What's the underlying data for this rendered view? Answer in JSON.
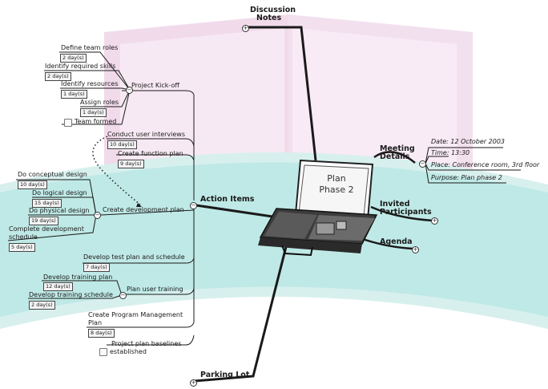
{
  "central": {
    "line1": "Plan",
    "line2": "Phase 2"
  },
  "main_topics": {
    "discussion_notes": [
      "Discussion",
      "Notes"
    ],
    "meeting_details": [
      "Meeting",
      "Details"
    ],
    "invited_participants": [
      "Invited",
      "Participants"
    ],
    "agenda": "Agenda",
    "action_items": "Action Items",
    "parking_lot": "Parking Lot"
  },
  "meeting_details": {
    "date": "Date: 12 October 2003",
    "time": "Time: 13:30",
    "place": "Place: Conference room, 3rd floor",
    "purpose": "Purpose: Plan phase 2"
  },
  "kickoff": {
    "label": "Project Kick-off",
    "define_team_roles": "Define team roles",
    "define_team_roles_dur": "2 day(s)",
    "identify_skills": "Identify required skills",
    "identify_skills_dur": "2 day(s)",
    "identify_resources": "Identify resources",
    "identify_resources_dur": "1 day(s)",
    "assign_roles": "Assign roles",
    "assign_roles_dur": "1 day(s)",
    "team_formed": "Team formed"
  },
  "interviews": {
    "label": "Conduct user interviews",
    "dur": "10 day(s)"
  },
  "function_plan": {
    "label": "Create function plan",
    "dur": "9 day(s)"
  },
  "dev_plan": {
    "label": "Create development plan",
    "conceptual": "Do conceptual design",
    "conceptual_dur": "10 day(s)",
    "logical": "Do logical design",
    "logical_dur": "15 day(s)",
    "physical": "Do physical design",
    "physical_dur": "19 day(s)",
    "complete_1": "Complete development",
    "complete_2": "schedule",
    "complete_dur": "5 day(s)"
  },
  "test_plan": {
    "label": "Develop test plan and schedule",
    "dur": "7 day(s)"
  },
  "training": {
    "label": "Plan user training",
    "plan": "Develop training plan",
    "plan_dur": "12 day(s)",
    "schedule": "Develop training schedule",
    "schedule_dur": "2 day(s)"
  },
  "program_mgmt": {
    "line1": "Create Program Management",
    "line2": "Plan",
    "dur": "8 day(s)"
  },
  "baselines": {
    "line1": "Project plan baselines",
    "line2": "established"
  },
  "colors": {
    "book": "#ecd3e6",
    "accent": "#7fd8d3",
    "line": "#1a1a1a"
  }
}
